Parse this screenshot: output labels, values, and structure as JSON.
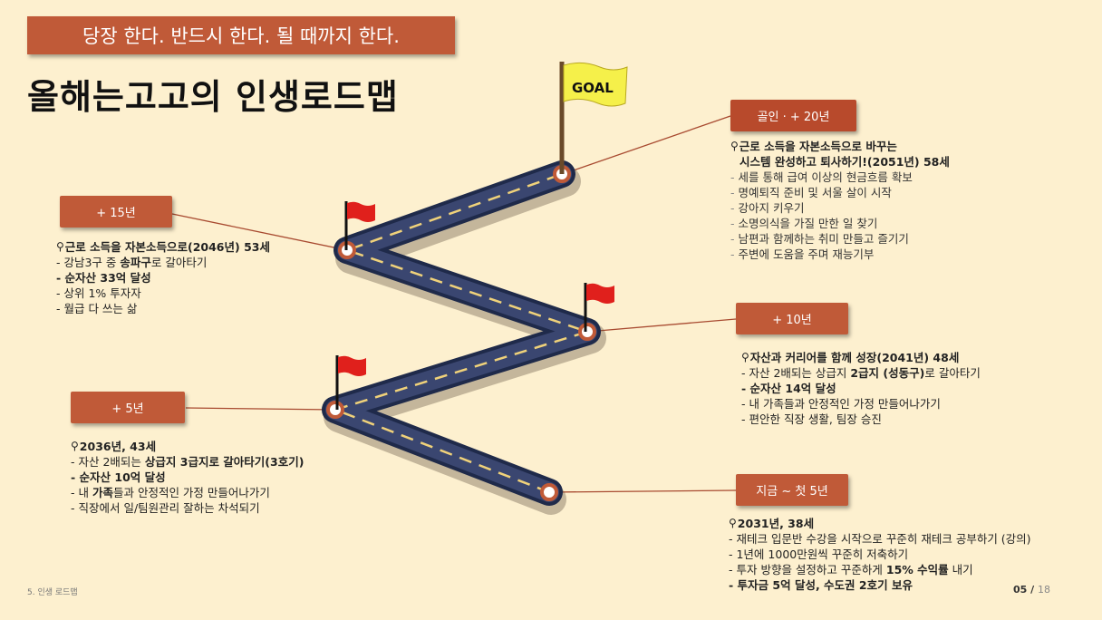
{
  "banner": "당장 한다. 반드시 한다. 될 때까지 한다.",
  "title": "올해는고고의 인생로드맵",
  "goal_label": "GOAL",
  "stages": {
    "s20": "골인 · + 20년",
    "s15": "+ 15년",
    "s10": "+ 10년",
    "s5": "+ 5년",
    "s0": "지금 ~ 첫 5년"
  },
  "goal_block": {
    "head": "근로 소득을 자본소득으로 바꾸는",
    "sub": "시스템 완성하고 퇴사하기!(2051년) 58세",
    "items": [
      "세를 통해 급여 이상의 현금흐름 확보",
      "명예퇴직 준비 및 서울 살이 시작",
      "강아지 키우기",
      "소명의식을 가질 만한 일 찾기",
      "남편과 함께하는 취미 만들고 즐기기",
      "주변에 도움을 주며 재능기부"
    ]
  },
  "b15": {
    "head": "근로 소득을 자본소득으로(2046년) 53세",
    "i1a": "강남3구 중 ",
    "i1b": "송파구",
    "i1c": "로 갈아타기",
    "i2": "순자산 33억 달성",
    "i3": "상위 1% 투자자",
    "i4": "월급 다 쓰는 삶"
  },
  "b10": {
    "head": "자산과 커리어를 함께 성장(2041년) 48세",
    "i1a": "자산 2배되는 상급지 ",
    "i1b": "2급지 (성동구)",
    "i1c": "로  갈아타기",
    "i2": "순자산 14억 달성",
    "i3": "내 가족들과 안정적인 가정 만들어나가기",
    "i4": "편안한 직장 생활, 팀장 승진"
  },
  "b5": {
    "head": "2036년, 43세",
    "i1a": "자산 2배되는 ",
    "i1b": "상급지 3급지로  갈아타기(3호기)",
    "i2": "순자산 10억 달성",
    "i3a": "내 ",
    "i3b": "가족",
    "i3c": "들과 안정적인 가정 만들어나가기",
    "i4": "직장에서 일/팀원관리 잘하는 차석되기"
  },
  "b0": {
    "head": "2031년, 38세",
    "i1": "재테크 입문반 수강을 시작으로 꾸준히 재테크 공부하기 (강의)",
    "i2": "1년에 1000만원씩 꾸준히 저축하기",
    "i3a": "투자 방향을 설정하고 꾸준하게 ",
    "i3b": "15% 수익률",
    "i3c": " 내기",
    "i4": "투자금 5억 달성, 수도권 2호기 보유"
  },
  "footer_left": "5. 인생 로드맵",
  "page_current": "05",
  "page_sep": " / ",
  "page_total": "18",
  "colors": {
    "background": "#fdf0cf",
    "accent": "#c05a38",
    "road": "#1f2a4a",
    "flag": "#e0201c",
    "goal_flag": "#f5f04a"
  }
}
